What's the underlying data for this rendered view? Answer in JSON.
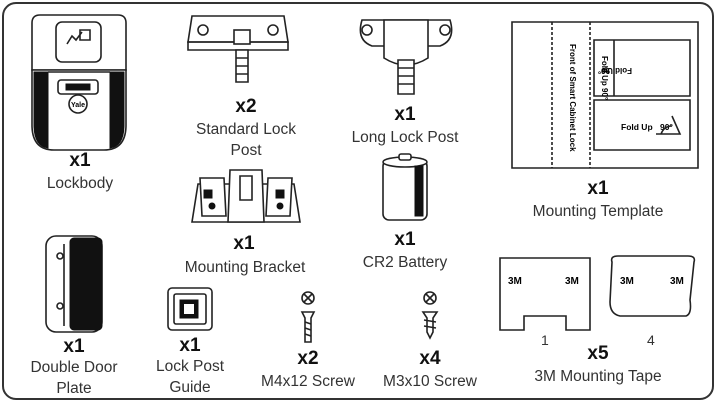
{
  "items": [
    {
      "id": "lockbody",
      "qty": "x1",
      "label": [
        "Lockbody"
      ]
    },
    {
      "id": "standard-lock-post",
      "qty": "x2",
      "label": [
        "Standard Lock",
        "Post"
      ]
    },
    {
      "id": "long-lock-post",
      "qty": "x1",
      "label": [
        "Long Lock Post"
      ]
    },
    {
      "id": "mounting-template",
      "qty": "x1",
      "label": [
        "Mounting Template"
      ]
    },
    {
      "id": "mounting-bracket",
      "qty": "x1",
      "label": [
        "Mounting Bracket"
      ]
    },
    {
      "id": "cr2-battery",
      "qty": "x1",
      "label": [
        "CR2 Battery"
      ]
    },
    {
      "id": "double-door-plate",
      "qty": "x1",
      "label": [
        "Double Door",
        "Plate"
      ]
    },
    {
      "id": "lock-post-guide",
      "qty": "x1",
      "label": [
        "Lock Post",
        "Guide"
      ]
    },
    {
      "id": "m4x12-screw",
      "qty": "x2",
      "label": [
        "M4x12 Screw"
      ]
    },
    {
      "id": "m3x10-screw",
      "qty": "x4",
      "label": [
        "M3x10 Screw"
      ]
    },
    {
      "id": "3m-mounting-tape",
      "qty": "x5",
      "label": [
        "3M Mounting Tape"
      ]
    }
  ],
  "drawings": {
    "lockbody_logo": "Yale",
    "template_vertical_text": "Front of Smart Cabinet Lock",
    "template_fold1": "Fold Up",
    "template_fold1_deg": "90°",
    "template_fold2": "Fold Up",
    "template_fold2_deg": "90°",
    "template_fold3": "Fold Up",
    "template_fold3_deg": "90°",
    "tape_mark": "3M",
    "tape1_number": "1",
    "tape2_number": "4"
  }
}
